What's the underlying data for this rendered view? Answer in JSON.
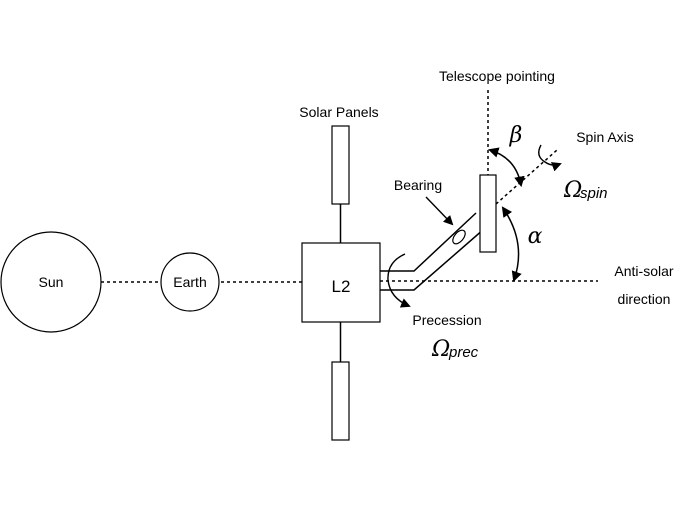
{
  "nodes": {
    "sun": "Sun",
    "earth": "Earth",
    "l2": "L2"
  },
  "labels": {
    "solar_panels": "Solar Panels",
    "telescope_pointing": "Telescope pointing",
    "spin_axis": "Spin Axis",
    "bearing": "Bearing",
    "anti_solar_line1": "Anti-solar",
    "anti_solar_line2": "direction",
    "precession": "Precession"
  },
  "symbols": {
    "beta": "β",
    "alpha": "α",
    "omega": "Ω",
    "spin_subscript": "spin",
    "prec_subscript": "prec"
  }
}
